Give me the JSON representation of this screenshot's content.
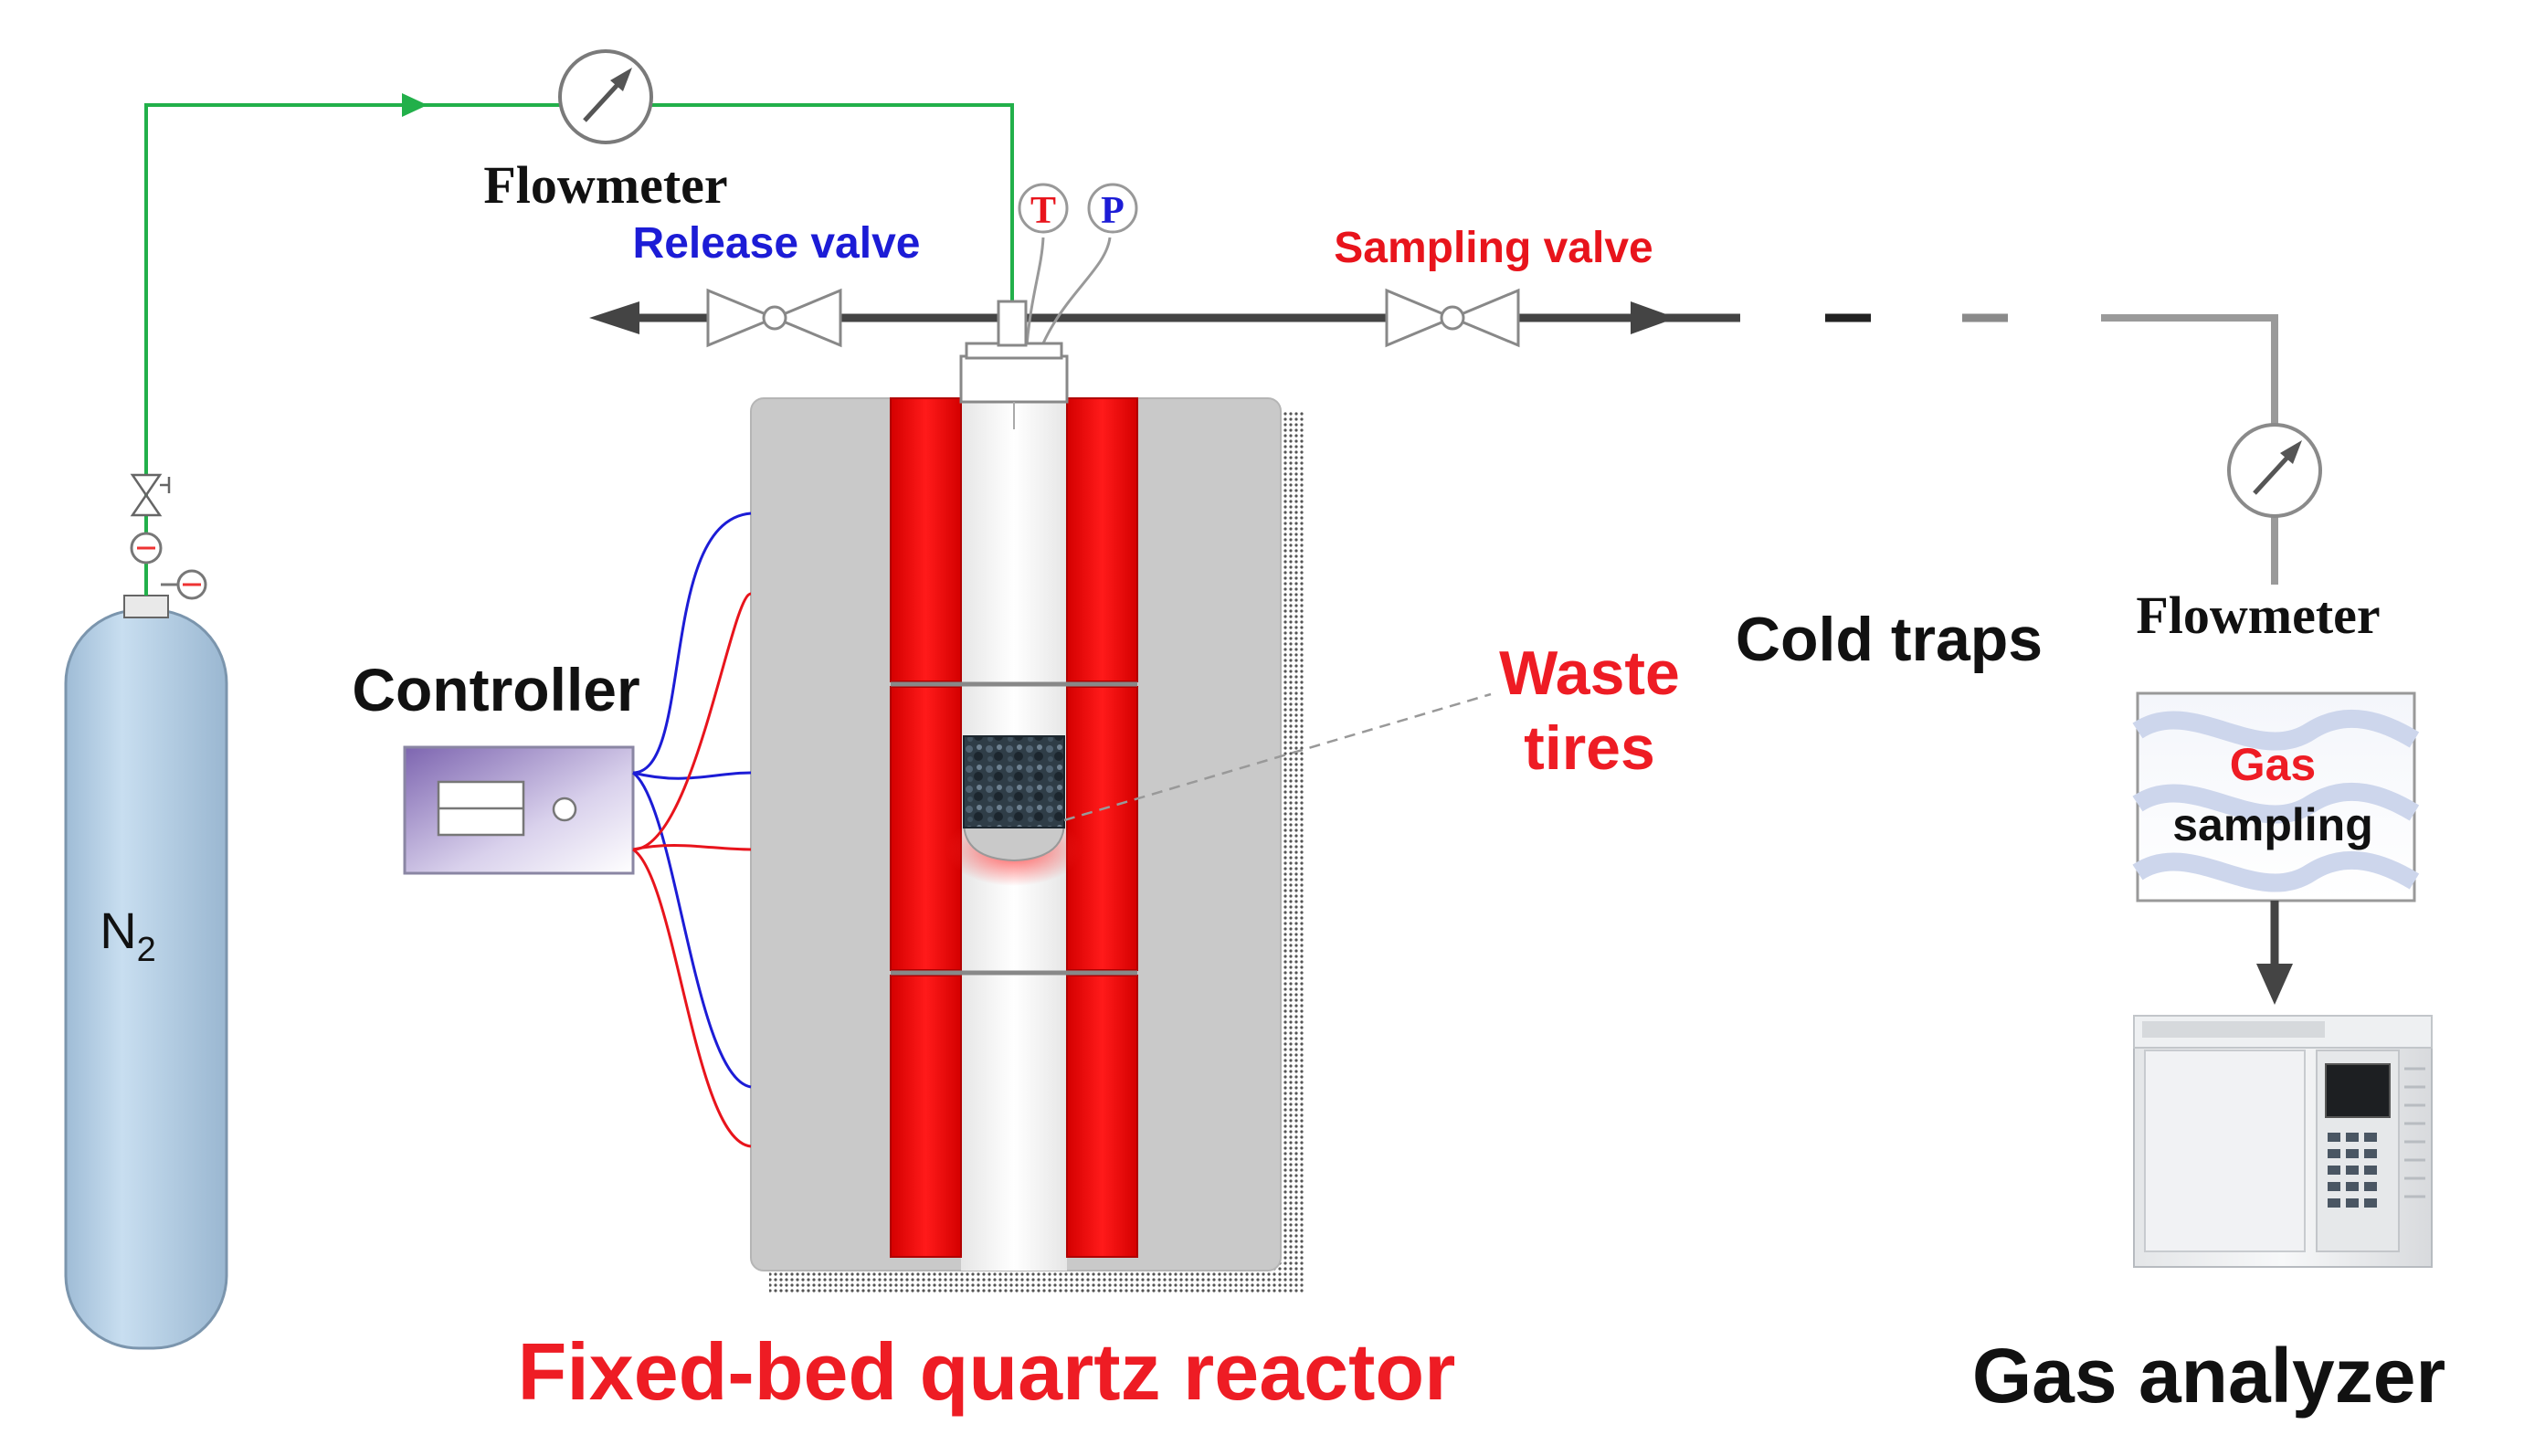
{
  "labels": {
    "flowmeter_top": "Flowmeter",
    "release_valve": "Release valve",
    "sampling_valve": "Sampling valve",
    "temp_sensor": "T",
    "pressure_sensor": "P",
    "controller": "Controller",
    "waste_line1": "Waste",
    "waste_line2": "tires",
    "cold_traps": "Cold traps",
    "flowmeter_right": "Flowmeter",
    "gas_sampling_line1": "Gas",
    "gas_sampling_line2": "sampling",
    "n2_label": "N",
    "n2_subscript": "2",
    "reactor_title": "Fixed-bed quartz reactor",
    "analyzer_title": "Gas analyzer"
  },
  "colors": {
    "n2_line": "#22b04a",
    "reactor_title": "#ee1c24",
    "valve_label_blue": "#1c1cd6",
    "valve_label_red": "#e8141c",
    "heater": "#f00000",
    "furnace": "#c9c9c9",
    "cylinder": "#b9d3e8",
    "controller": "#b7a8d6"
  },
  "icons": {
    "flowmeter": "gauge-icon",
    "valve": "bowtie-valve-icon",
    "arrow": "arrow-icon"
  }
}
